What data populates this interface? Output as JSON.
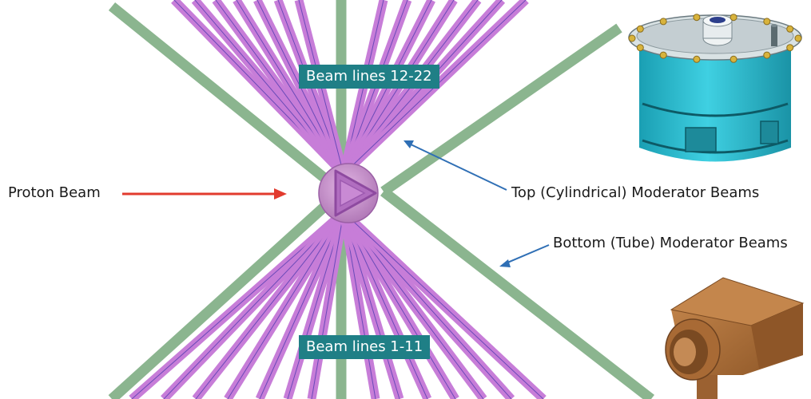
{
  "labels": {
    "proton_beam": "Proton Beam",
    "top_moderator": "Top (Cylindrical) Moderator Beams",
    "bottom_moderator": "Bottom (Tube) Moderator Beams",
    "beam_lines_top": "Beam lines 12-22",
    "beam_lines_bottom": "Beam lines 1-11"
  },
  "colors": {
    "pink_beam": "#c77dd8",
    "pink_edge": "#a45fba",
    "pink_center": "#6a4ab8",
    "green_beam": "#8bb58f",
    "teal_tag": "#1f7f86",
    "proton_arrow": "#e23b2e",
    "pointer_arrow": "#2f6fb5",
    "target_fill": "#c58cc8",
    "cylinder_body": "#2bb9cc",
    "cylinder_top": "#c9d3d6",
    "tube_body": "#b0703a"
  },
  "icons": [
    "target-icon",
    "cylindrical-moderator-icon",
    "tube-moderator-icon"
  ]
}
